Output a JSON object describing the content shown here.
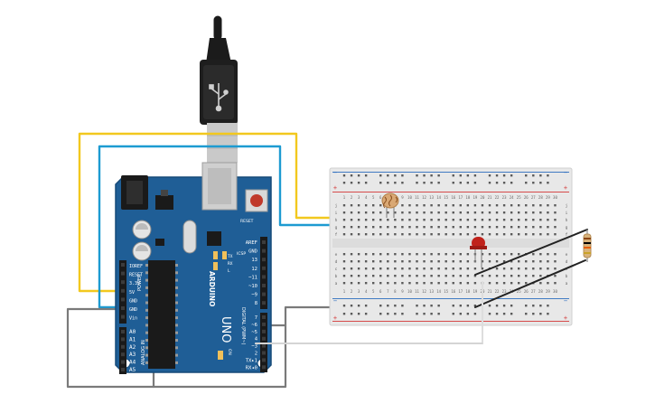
{
  "canvas": {
    "background": "#ffffff"
  },
  "colors": {
    "board": "#1f5e96",
    "board_edge": "#164a78",
    "breadboard": "#e8e8e8",
    "rail_red": "#d43a3a",
    "rail_blue": "#2f6fbf",
    "wire_yellow": "#f2c81e",
    "wire_blue": "#1d9bd1",
    "wire_gray": "#7a7a7a",
    "wire_black": "#222222",
    "wire_white": "#dddddd",
    "led": "#c0221b"
  },
  "arduino": {
    "brand": "ARDUINO",
    "model": "UNO",
    "power_title": "POWER",
    "analog_title": "ANALOG IN",
    "digital_title": "DIGITAL (PWM~)",
    "on_label": "ON",
    "reset_label": "RESET",
    "icsp_label": "ICSP",
    "power_pins": [
      "IOREF",
      "RESET",
      "3.3V",
      "5V",
      "GND",
      "GND",
      "Vin"
    ],
    "analog_pins": [
      "A0",
      "A1",
      "A2",
      "A3",
      "A4",
      "A5"
    ],
    "digital_top": [
      "AREF",
      "GND",
      "13",
      "12",
      "~11",
      "~10",
      "~9",
      "8"
    ],
    "digital_bottom": [
      "7",
      "~6",
      "~5",
      "4",
      "~3",
      "2",
      "TX▸1",
      "RX◂0"
    ],
    "led_labels": [
      "TX",
      "RX",
      "L"
    ]
  },
  "breadboard": {
    "columns": [
      "1",
      "2",
      "3",
      "4",
      "5",
      "6",
      "7",
      "8",
      "9",
      "10",
      "11",
      "12",
      "13",
      "14",
      "15",
      "16",
      "17",
      "18",
      "19",
      "20",
      "21",
      "22",
      "23",
      "24",
      "25",
      "26",
      "27",
      "28",
      "29",
      "30"
    ],
    "rows_top": [
      "j",
      "i",
      "h",
      "g",
      "f"
    ],
    "rows_bottom": [
      "e",
      "d",
      "c",
      "b",
      "a"
    ],
    "rail_plus": "+",
    "rail_minus": "−"
  },
  "components": [
    "usb-cable",
    "arduino-uno",
    "breadboard",
    "photoresistor",
    "led",
    "resistor"
  ]
}
